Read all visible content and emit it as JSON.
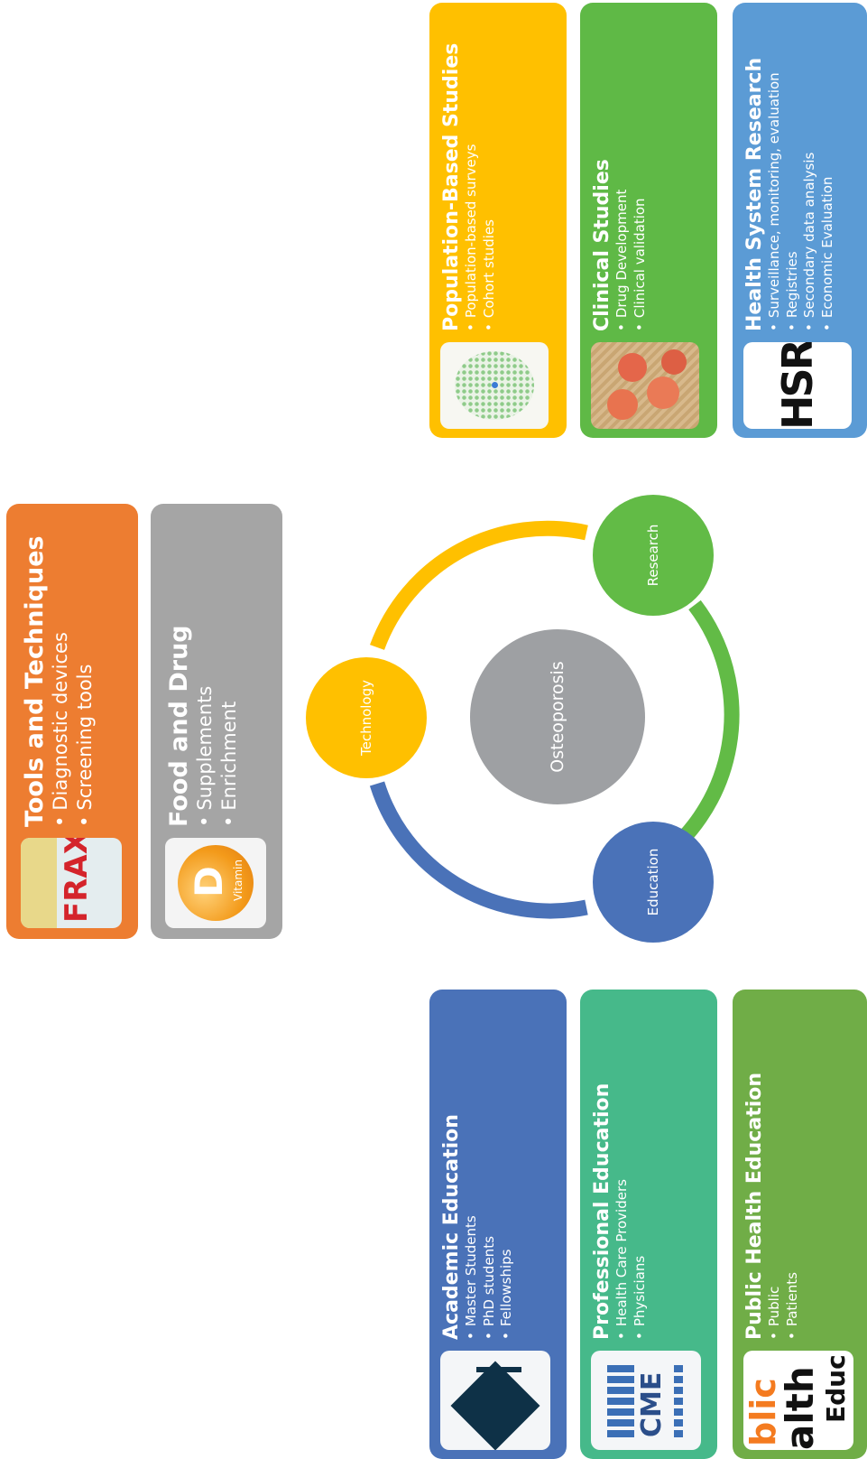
{
  "center": {
    "label": "Osteoporosis"
  },
  "nodes": {
    "technology": "Technology",
    "research": "Research",
    "education": "Education"
  },
  "technology_cards": [
    {
      "title": "Tools and Techniques",
      "items": [
        "Diagnostic devices",
        "Screening tools"
      ],
      "icon_text": "FRAX",
      "color": "#ED7D31"
    },
    {
      "title": "Food and Drug",
      "items": [
        "Supplements",
        "Enrichment"
      ],
      "icon_text": "D",
      "icon_subtext": "Vitamin",
      "color": "#A5A5A5"
    }
  ],
  "research_cards": [
    {
      "title": "Population-Based Studies",
      "items": [
        "Population-based surveys",
        "Cohort studies"
      ],
      "color": "#FFC000"
    },
    {
      "title": "Clinical Studies",
      "items": [
        "Drug Development",
        "Clinical validation"
      ],
      "color": "#5FB946"
    },
    {
      "title": "Health System Research",
      "items": [
        "Surveillance, monitoring, evaluation",
        "Registries",
        "Secondary data analysis",
        "Economic Evaluation"
      ],
      "icon_text": "HSR",
      "color": "#5B9BD5"
    }
  ],
  "education_cards": [
    {
      "title": "Academic Education",
      "items": [
        "Master Students",
        "PhD students",
        "Fellowships"
      ],
      "color": "#4A72B8"
    },
    {
      "title": "Professional Education",
      "items": [
        "Health Care Providers",
        "Physicians"
      ],
      "icon_text": "CME",
      "color": "#46B98A"
    },
    {
      "title": "Public Health Education",
      "items": [
        "Public",
        "Patients"
      ],
      "icon_text": "blic",
      "icon_text2": "alth",
      "icon_text3": "Educ",
      "color": "#70AD47"
    }
  ],
  "colors": {
    "center": "#9EA0A3",
    "technology": "#FFC000",
    "research": "#62BB46",
    "education": "#4A72B8",
    "arc_top": "#FFC000",
    "arc_right": "#62BB46",
    "arc_left": "#4A72B8"
  }
}
